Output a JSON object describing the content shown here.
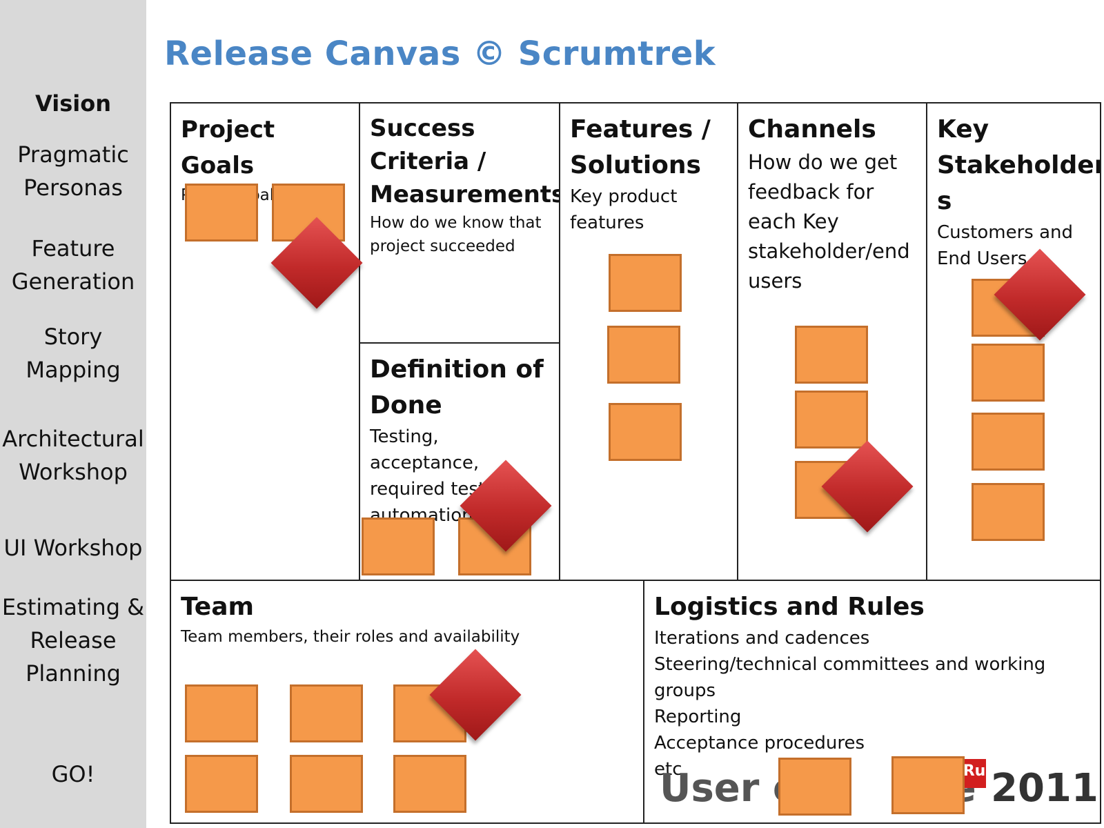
{
  "title": "Release Canvas © Scrumtrek",
  "sidebar": {
    "items": [
      {
        "label": "Vision",
        "bold": true
      },
      {
        "label": "Pragmatic\nPersonas"
      },
      {
        "label": "Feature\nGeneration"
      },
      {
        "label": "Story\nMapping"
      },
      {
        "label": "Architectural\nWorkshop"
      },
      {
        "label": "UI Workshop"
      },
      {
        "label": "Estimating &\nRelease\nPlanning"
      },
      {
        "label": "GO!"
      }
    ]
  },
  "cells": {
    "project_goals": {
      "title": "Project Goals",
      "desc": "Project goals"
    },
    "success_criteria": {
      "title": "Success\nCriteria /\nMeasurements",
      "desc": "How do we know that\nproject succeeded"
    },
    "definition_of_done": {
      "title": "Definition of\nDone",
      "desc": "Testing,\nacceptance,\nrequired test\nautomation"
    },
    "features": {
      "title": "Features /\nSolutions",
      "desc": "Key product\nfeatures"
    },
    "channels": {
      "title": "Channels",
      "desc": "How do we get\nfeedback for\neach Key\nstakeholder/end\nusers"
    },
    "stakeholders": {
      "title": "Key\nStakeholder\ns",
      "desc": "Customers and\nEnd Users"
    },
    "team": {
      "title": "Team",
      "desc": "Team members, their roles and availability"
    },
    "logistics": {
      "title": "Logistics and Rules",
      "desc": "Iterations and cadences\nSteering/technical committees and working\ngroups\nReporting\nAcceptance procedures\netc"
    }
  },
  "footer": {
    "brand": "User e",
    "brand_tail": "rie",
    "badge": "Ru",
    "year": "2011"
  },
  "colors": {
    "title": "#4a86c5",
    "sidebar_bg": "#d9d9d9",
    "sticky": "#f5994a",
    "sticky_border": "#c46f2b",
    "diamond": "#c12a2a"
  }
}
